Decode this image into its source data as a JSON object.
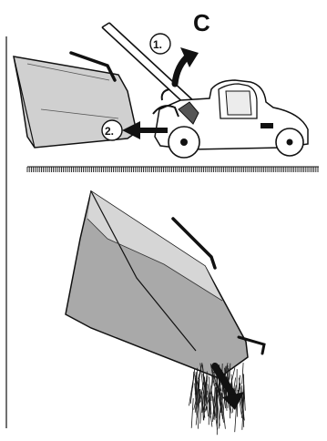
{
  "figure": {
    "panel_label": "C",
    "steps": [
      {
        "label": "1."
      },
      {
        "label": "2."
      }
    ]
  },
  "colors": {
    "ink": "#111111",
    "bag_light": "#cfcfcf",
    "bag_dark": "#a9a9a9",
    "grass": "#1a1a1a"
  }
}
